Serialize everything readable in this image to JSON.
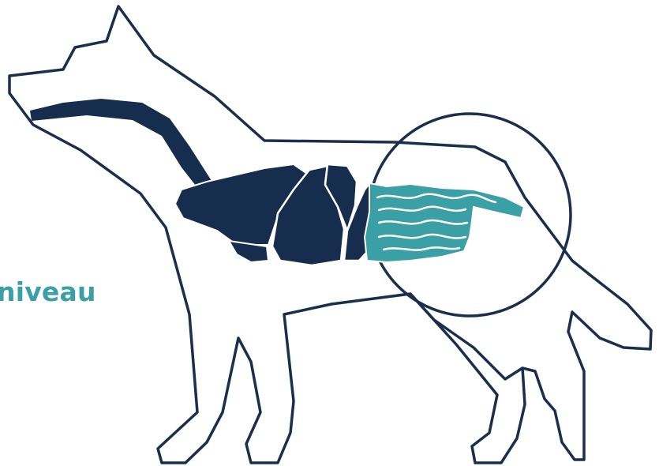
{
  "caption": {
    "text": "niveau"
  },
  "colors": {
    "outline": "#1a2f4c",
    "organs": "#172d4d",
    "intestine": "#3aa0a6",
    "background": "#ffffff"
  },
  "illustration": {
    "subject": "dog-silhouette",
    "highlighted_region": "intestine-magnifier-circle"
  }
}
